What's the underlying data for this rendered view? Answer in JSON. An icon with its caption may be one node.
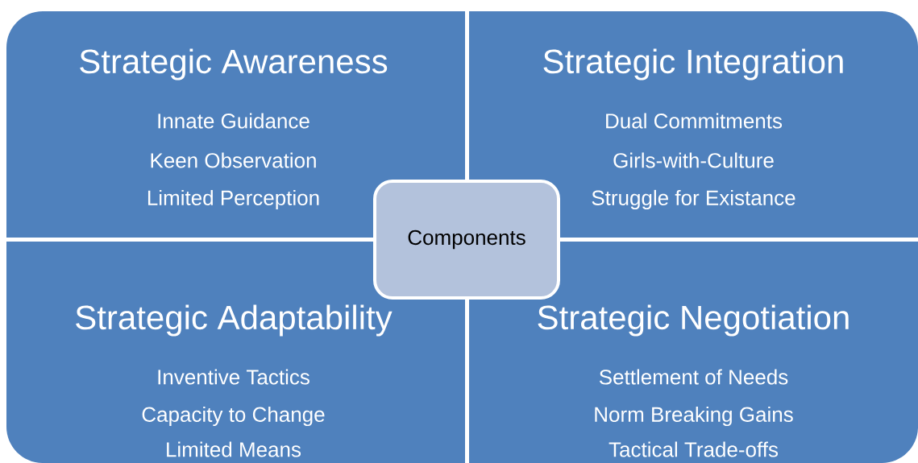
{
  "diagram": {
    "nodes": [
      {
        "text": [
          "Strategic Awareness",
          "Innate Guidance",
          "Keen Observation",
          "Limited Perception"
        ]
      },
      {
        "text": [
          "Strategic Integration",
          "Dual Commitments",
          "Girls-with-Culture",
          "Struggle for Existance"
        ]
      },
      {
        "text": [
          "Components"
        ]
      },
      {
        "text": [
          "Strategic Adaptability",
          "Inventive Tactics",
          "Capacity to Change",
          "Limited Means"
        ]
      },
      {
        "text": [
          "Strategic Negotiation",
          "Settlement of Needs",
          "Norm Breaking Gains",
          "Tactical Trade-offs"
        ]
      }
    ]
  }
}
